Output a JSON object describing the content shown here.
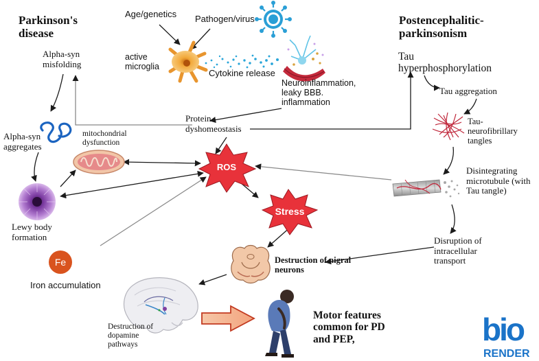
{
  "diagram": {
    "sections": {
      "parkinsons": "Parkinson's disease",
      "postencephalitic": "Postencephalitic-parkinsonism"
    },
    "nodes": {
      "age_genetics": "Age/genetics",
      "pathogen_virus": "Pathogen/virus",
      "active_microglia": "active microglia",
      "cytokine_release": "Cytokine release",
      "neuroinflammation": "Neuroinflammation, leaky BBB. inflammation",
      "protein_dyshomeostasis": "Protein dyshomeostasis",
      "alpha_syn_misfolding": "Alpha-syn misfolding",
      "alpha_syn_aggregates": "Alpha-syn aggregates",
      "mitochondrial_dysfunction": "mitochondrial dysfunction",
      "lewy_body_formation": "Lewy body formation",
      "ros": "ROS",
      "stress": "Stress",
      "fe_symbol": "Fe",
      "iron_accumulation": "Iron accumulation",
      "destruction_nigral": "Destruction of nigral neurons",
      "destruction_dopamine": "Destruction of dopamine pathways",
      "motor_features": "Motor features common for PD and PEP,",
      "tau_hyperphosphorylation": "Tau hyperphosphorylation",
      "tau_aggregation": "Tau aggregation",
      "tau_tangles": "Tau-neurofibrillary tangles",
      "disintegrating_microtubule": "Disintegrating microtubule (with Tau tangle)",
      "disruption_transport": "Disruption of intracellular transport"
    },
    "logo": {
      "line1": "bio",
      "line2": "RENDER"
    }
  },
  "colors": {
    "burst_red": "#e8323a",
    "burst_outline": "#9a1820",
    "fe_orange": "#d9531e",
    "virus_blue": "#2a9fd6",
    "logo_blue": "#1a73c8",
    "microglia_orange": "#f2a93b",
    "mito_pink": "#e68a8a",
    "lewy_purple": "#8d4fb0",
    "tangle_red": "#c0263a"
  }
}
